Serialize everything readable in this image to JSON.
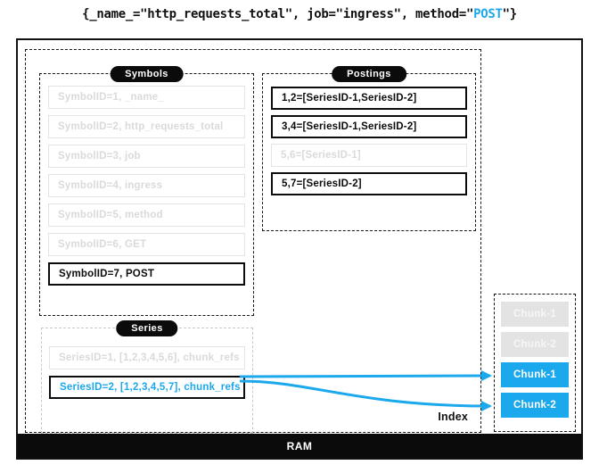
{
  "title": {
    "prefix": "{_name_=\"http_requests_total\", job=\"ingress\", method=\"",
    "method_value": "POST",
    "suffix": "\"}"
  },
  "colors": {
    "accent_blue": "#1CA8EC",
    "black": "#0b0b0b",
    "dim_gray": "#dadada"
  },
  "index": {
    "label": "Index",
    "symbols": {
      "label": "Symbols",
      "rows": [
        {
          "text": "SymbolID=1, _name_",
          "state": "dim"
        },
        {
          "text": "SymbolID=2, http_requests_total",
          "state": "dim"
        },
        {
          "text": "SymbolID=3, job",
          "state": "dim"
        },
        {
          "text": "SymbolID=4, ingress",
          "state": "dim"
        },
        {
          "text": "SymbolID=5, method",
          "state": "dim"
        },
        {
          "text": "SymbolID=6, GET",
          "state": "dim"
        },
        {
          "text": "SymbolID=7, POST",
          "state": "active"
        }
      ]
    },
    "postings": {
      "label": "Postings",
      "rows": [
        {
          "text": "1,2=[SeriesID-1,SeriesID-2]",
          "state": "active"
        },
        {
          "text": "3,4=[SeriesID-1,SeriesID-2]",
          "state": "active"
        },
        {
          "text": "5,6=[SeriesID-1]",
          "state": "dim"
        },
        {
          "text": "5,7=[SeriesID-2]",
          "state": "active"
        }
      ]
    },
    "series": {
      "label": "Series",
      "rows": [
        {
          "text": "SeriesID=1, [1,2,3,4,5,6], chunk_refs",
          "state": "dim"
        },
        {
          "text": "SeriesID=2, [1,2,3,4,5,7], chunk_refs",
          "state": "highlight"
        }
      ]
    }
  },
  "chunks": {
    "rows": [
      {
        "label": "Chunk-1",
        "state": "dim"
      },
      {
        "label": "Chunk-2",
        "state": "dim"
      },
      {
        "label": "Chunk-1",
        "state": "active"
      },
      {
        "label": "Chunk-2",
        "state": "active"
      }
    ]
  },
  "ram_label": "RAM"
}
